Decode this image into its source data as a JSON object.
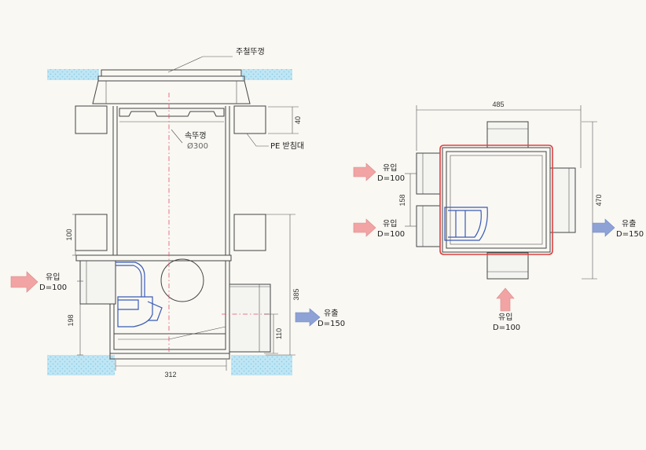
{
  "section": {
    "labels": {
      "cast_iron_cover": "주철뚜껑",
      "inner_cover": "속뚜껑",
      "inner_cover_size": "Ø300",
      "pe_support": "PE 받침대",
      "inflow": "유입",
      "inflow_d": "D=100",
      "outflow": "유출",
      "outflow_d": "D=150"
    },
    "dimensions": {
      "cover_height": "40",
      "neck_height": "100",
      "inflow_height": "198",
      "outflow_height": "110",
      "total_height": "385",
      "base_width": "312"
    }
  },
  "plan": {
    "labels": {
      "inflow_top": "유입",
      "inflow_top_d": "D=100",
      "inflow_mid": "유입",
      "inflow_mid_d": "D=100",
      "inflow_bottom": "유입",
      "inflow_bottom_d": "D=100",
      "outflow": "유출",
      "outflow_d": "D=150"
    },
    "dimensions": {
      "width": "485",
      "height": "470",
      "pipe_spacing": "158"
    }
  },
  "colors": {
    "inflow_arrow": "#f2a4a4",
    "outflow_arrow": "#8ea2d6",
    "ground": "#a9dbef",
    "red_outline": "#e04040",
    "blue_fitting": "#3b5bb5"
  }
}
